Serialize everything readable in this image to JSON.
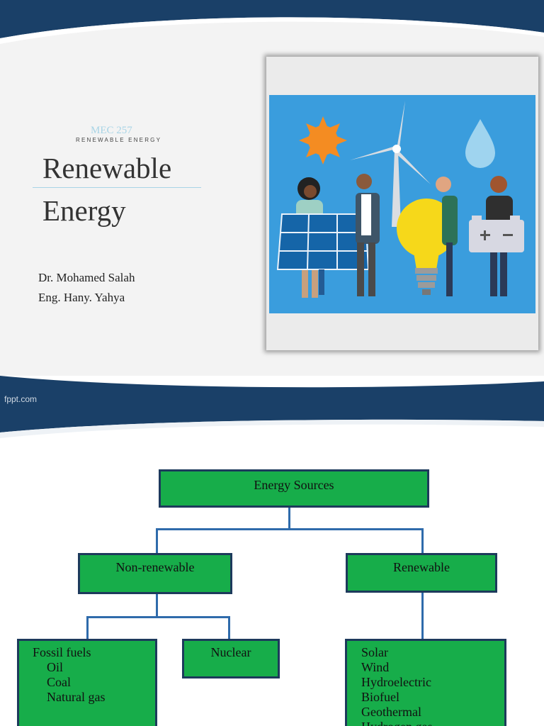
{
  "slide1": {
    "course_code": "MEC 257",
    "course_subtitle": "RENEWABLE ENERGY",
    "title_line1": "Renewable",
    "title_line2": "Energy",
    "authors": [
      "Dr. Mohamed Salah",
      "Eng. Hany. Yahya"
    ],
    "colors": {
      "banner": "#1a4068",
      "photo_sky": "#3a9ddd",
      "panel": "#1565a8",
      "bulb": "#f6d81a",
      "sun": "#f48c22"
    }
  },
  "slide2": {
    "watermark": "fppt.com",
    "diagram": {
      "root": "Energy Sources",
      "branches": [
        "Non-renewable",
        "Renewable"
      ],
      "nonrenewable_children": {
        "fossil": {
          "heading": "Fossil fuels",
          "items": [
            "Oil",
            "Coal",
            "Natural gas"
          ]
        },
        "nuclear": "Nuclear"
      },
      "renewable_items": [
        "Solar",
        "Wind",
        "Hydroelectric",
        "Biofuel",
        "Geothermal",
        "Hydrogen gas"
      ]
    },
    "colors": {
      "box_fill": "#17ad4a",
      "box_border": "#1d3a5c",
      "connector": "#2f6bab"
    }
  }
}
